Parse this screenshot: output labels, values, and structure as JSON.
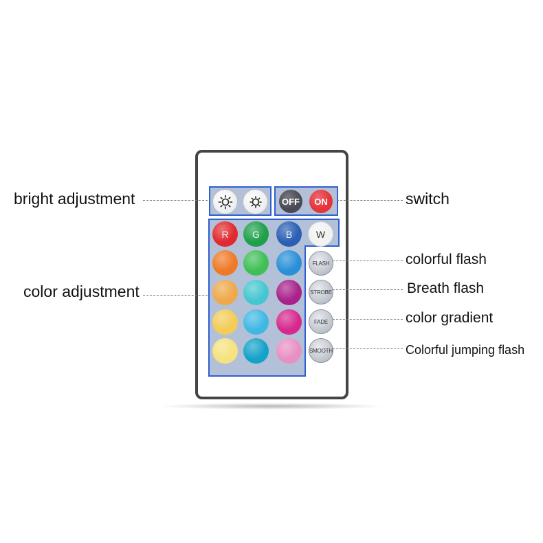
{
  "labels": {
    "bright": "bright adjustment",
    "switch": "switch",
    "color": "color adjustment",
    "flash": "colorful flash",
    "strobe": "Breath flash",
    "fade": "color gradient",
    "smooth": "Colorful jumping flash"
  },
  "buttons": {
    "bright_up": "brightness-up-icon",
    "bright_down": "brightness-down-icon",
    "off": "OFF",
    "on": "ON",
    "r": "R",
    "g": "G",
    "b": "B",
    "w": "W",
    "flash": "FLASH",
    "strobe": "STROBE",
    "fade": "FADE",
    "smooth": "SMOOTH"
  },
  "colors": {
    "accent_border": "#2f5fd0",
    "group_fill": "#b3c1d8",
    "off_button": "#4a4a55",
    "on_button": "#e5353a",
    "grid": [
      [
        "#e02a2f",
        "#1ea04a",
        "#2a5fb4",
        "#f2f2f2"
      ],
      [
        "#ef7a26",
        "#3fbf55",
        "#2990d8"
      ],
      [
        "#efa84a",
        "#45c6d0",
        "#a8228a"
      ],
      [
        "#f3cc55",
        "#40b8e4",
        "#d6288e"
      ],
      [
        "#f6e27e",
        "#14a2c9",
        "#e88fc4"
      ]
    ]
  }
}
